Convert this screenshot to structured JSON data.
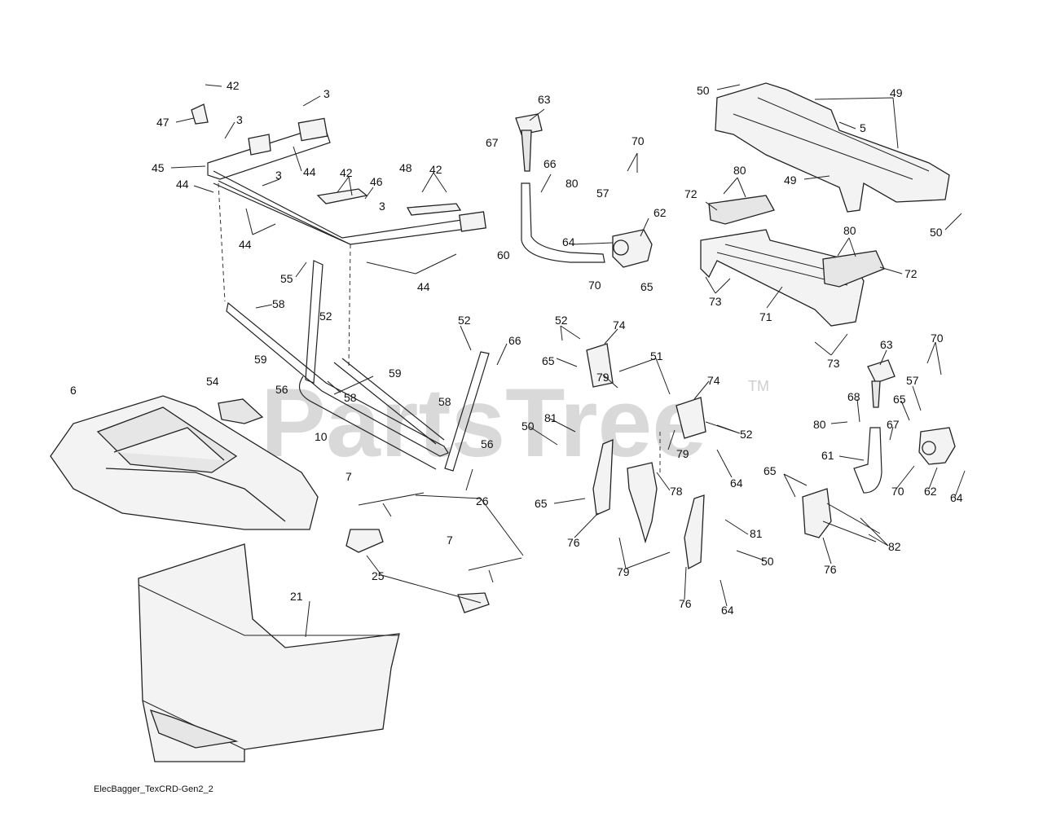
{
  "watermark": {
    "text": "PartsTree",
    "trademark": "TM"
  },
  "caption": "ElecBagger_TexCRD-Gen2_2",
  "labels": [
    "42",
    "3",
    "47",
    "3",
    "44",
    "45",
    "44",
    "3",
    "42",
    "46",
    "3",
    "48",
    "42",
    "44",
    "44",
    "55",
    "58",
    "52",
    "59",
    "56",
    "58",
    "10",
    "59",
    "52",
    "66",
    "58",
    "56",
    "54",
    "6",
    "7",
    "26",
    "25",
    "7",
    "21",
    "63",
    "67",
    "66",
    "80",
    "70",
    "57",
    "62",
    "64",
    "60",
    "70",
    "65",
    "50",
    "49",
    "5",
    "49",
    "50",
    "80",
    "72",
    "80",
    "72",
    "73",
    "71",
    "73",
    "63",
    "70",
    "57",
    "65",
    "67",
    "68",
    "80",
    "61",
    "70",
    "62",
    "64",
    "52",
    "74",
    "51",
    "65",
    "79",
    "74",
    "52",
    "81",
    "50",
    "79",
    "64",
    "65",
    "78",
    "76",
    "81",
    "50",
    "79",
    "76",
    "64",
    "65",
    "82",
    "76"
  ]
}
